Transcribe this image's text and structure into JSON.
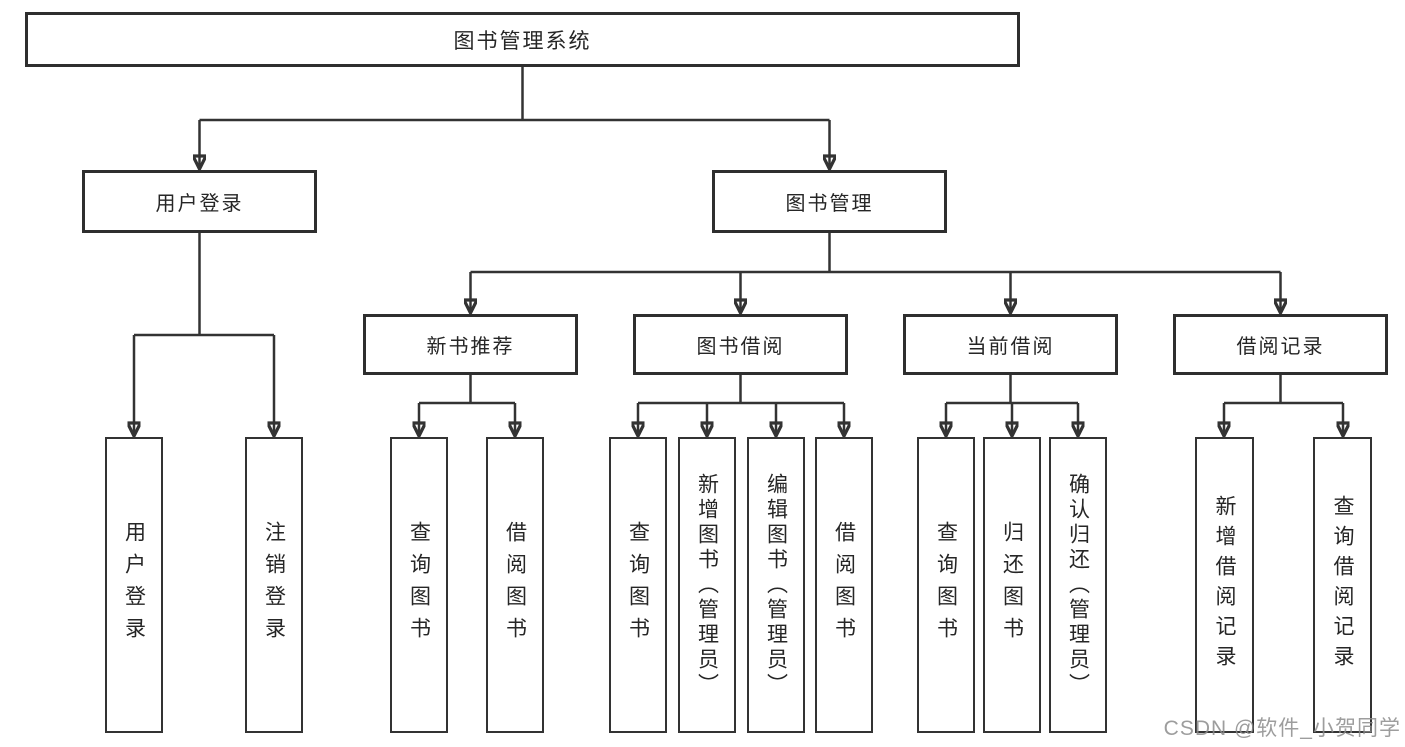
{
  "diagram": {
    "root": "图书管理系统",
    "level2": {
      "user_login": "用户登录",
      "book_management": "图书管理"
    },
    "level3": {
      "new_book": "新书推荐",
      "book_borrow": "图书借阅",
      "current_borrow": "当前借阅",
      "borrow_records": "借阅记录"
    },
    "leaves": {
      "user_login": [
        "用户登录",
        "注销登录"
      ],
      "new_book": [
        "查询图书",
        "借阅图书"
      ],
      "book_borrow": [
        "查询图书",
        "新增图书（管理员）",
        "编辑图书（管理员）",
        "借阅图书"
      ],
      "current_borrow": [
        "查询图书",
        "归还图书",
        "确认归还（管理员）"
      ],
      "borrow_records": [
        "新增借阅记录",
        "查询借阅记录"
      ]
    },
    "colors": {
      "line": "#333333",
      "text": "#262626",
      "background": "#ffffff",
      "watermark": "#8c8c8c"
    }
  },
  "watermark": "CSDN @软件_小贺同学"
}
